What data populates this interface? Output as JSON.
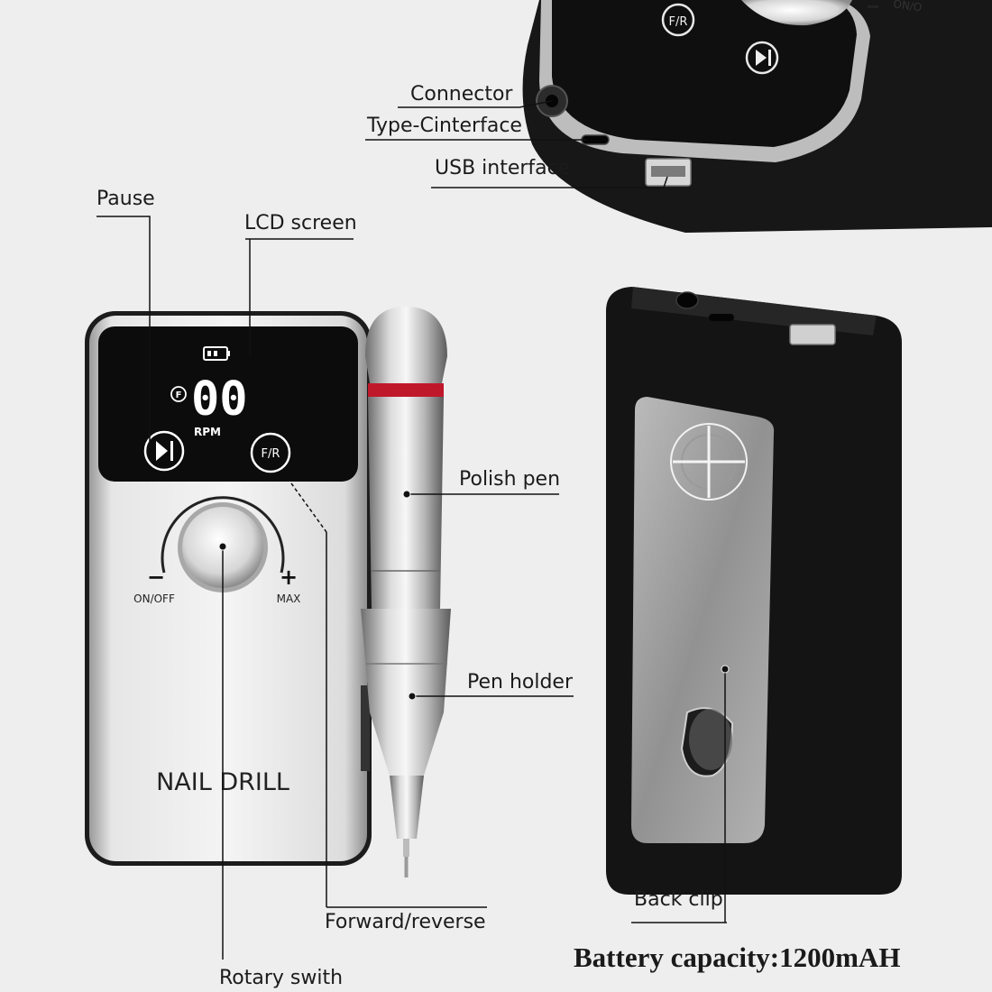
{
  "labels": {
    "connector": "Connector",
    "type_c": "Type-Cinterface",
    "usb": "USB interface",
    "pause": "Pause",
    "lcd": "LCD screen",
    "polish_pen": "Polish pen",
    "pen_holder": "Pen holder",
    "forward_reverse": "Forward/reverse",
    "rotary": "Rotary swith",
    "back_clip": "Back clip"
  },
  "device": {
    "brand": "NAIL DRILL",
    "display_digits": "00",
    "rpm": "RPM",
    "mode_letter": "F",
    "fr_button": "F/R",
    "minus": "−",
    "plus": "+",
    "on_off": "ON/OFF",
    "max": "MAX",
    "top_fr": "F/R",
    "top_onoff": "ON/O"
  },
  "caption": "Battery capacity:1200mAH",
  "colors": {
    "background": "#eeeeee",
    "body_silver": "#d9d9d9",
    "panel_black": "#111111",
    "accent_red": "#c0182b",
    "rubber_black": "#141414"
  }
}
